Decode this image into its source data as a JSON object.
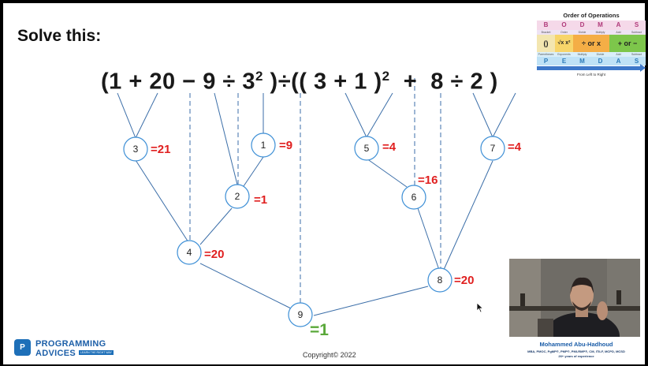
{
  "title": "Solve this:",
  "expression": {
    "open1": "(1",
    "plus1": "+",
    "n20": "20",
    "minus": "−",
    "n9": "9",
    "div1": "÷",
    "base3": "3",
    "exp2a": "2",
    "close1": ")",
    "div2": "÷",
    "open2": "((",
    "n3": "3",
    "plus2": "+",
    "n1": "1",
    "close2": ")",
    "exp2b": "2",
    "plus3": "+",
    "n8": "8",
    "div3": "÷",
    "n2": "2",
    "close3": ")"
  },
  "nodes": [
    {
      "step": "1",
      "result": "=9"
    },
    {
      "step": "2",
      "result": "=1"
    },
    {
      "step": "3",
      "result": "=21"
    },
    {
      "step": "4",
      "result": "=20"
    },
    {
      "step": "5",
      "result": "=4"
    },
    {
      "step": "6",
      "result": "=16"
    },
    {
      "step": "7",
      "result": "=4"
    },
    {
      "step": "8",
      "result": "=20"
    },
    {
      "step": "9",
      "result": "=1"
    }
  ],
  "order_of_operations": {
    "title": "Order of Operations",
    "bodmas": [
      "B",
      "O",
      "D",
      "M",
      "A",
      "S"
    ],
    "bodmas_words": [
      "Bracket",
      "Order",
      "Divide",
      "Multiply",
      "Add",
      "Subtract"
    ],
    "symbols": [
      "()",
      "√x x²",
      "÷ or x",
      "+ or −"
    ],
    "pemdas_words": [
      "Parentheses",
      "Exponents",
      "Multiply",
      "Divide",
      "Add",
      "Subtract"
    ],
    "pemdas": [
      "P",
      "E",
      "M",
      "D",
      "A",
      "S"
    ],
    "direction": "From Left to Right",
    "colors": {
      "bracket": "#f3e6b0",
      "order": "#f7d56a",
      "divmul": "#f4ae46",
      "addsub": "#7dc64b"
    }
  },
  "logo": {
    "line1": "PROGRAMMING",
    "line2": "ADVICES",
    "tagline": "LEARN THE RIGHT WAY"
  },
  "copyright": "Copyright© 2022",
  "presenter": {
    "name": "Mohammed Abu-Hadhoud",
    "credentials": "MBA, PMOC, PgMP®, PMP®, PMI-RMP®, CM, ITILF, MCPD, MCSD",
    "experience": "26+ years of experience"
  },
  "colors": {
    "accent": "#1d6fb8",
    "result_red": "#e02020",
    "result_green": "#5aa83a",
    "node_border": "#3d8fd6"
  }
}
